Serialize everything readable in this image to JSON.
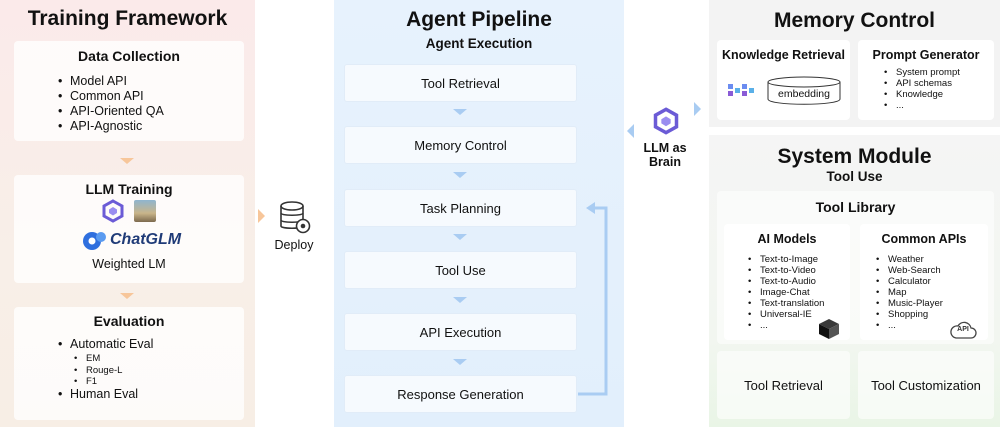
{
  "training": {
    "title": "Training Framework",
    "data_collection": {
      "title": "Data Collection",
      "items": [
        "Model API",
        "Common API",
        "API-Oriented QA",
        "API-Agnostic"
      ]
    },
    "llm_training": {
      "title": "LLM Training",
      "chatglm_label": "ChatGLM",
      "weighted": "Weighted LM"
    },
    "evaluation": {
      "title": "Evaluation",
      "automatic": "Automatic Eval",
      "metrics": [
        "EM",
        "Rouge-L",
        "F1"
      ],
      "human": "Human Eval"
    }
  },
  "deploy": {
    "label": "Deploy"
  },
  "pipeline": {
    "title": "Agent Pipeline",
    "subtitle": "Agent Execution",
    "steps": [
      "Tool Retrieval",
      "Memory Control",
      "Task Planning",
      "Tool Use",
      "API Execution",
      "Response Generation"
    ]
  },
  "brain": {
    "line1": "LLM as",
    "line2": "Brain"
  },
  "memory": {
    "title": "Memory Control",
    "knowledge": {
      "title": "Knowledge Retrieval",
      "db_label": "embedding"
    },
    "prompt": {
      "title": "Prompt Generator",
      "items": [
        "System prompt",
        "API schemas",
        "Knowledge",
        "..."
      ]
    }
  },
  "system": {
    "title": "System Module",
    "subtitle": "Tool Use",
    "library_title": "Tool Library",
    "ai_models": {
      "title": "AI Models",
      "items": [
        "Text-to-Image",
        "Text-to-Video",
        "Text-to-Audio",
        "Image-Chat",
        "Text-translation",
        "Universal-IE",
        "..."
      ]
    },
    "common_apis": {
      "title": "Common APIs",
      "items": [
        "Weather",
        "Web-Search",
        "Calculator",
        "Map",
        "Music-Player",
        "Shopping",
        "..."
      ],
      "api_badge": "API"
    },
    "tool_retrieval": "Tool Retrieval",
    "tool_customization": "Tool Customization"
  },
  "colors": {
    "train_bg": "#fbeaea",
    "pipeline_bg": "#e4f0fc",
    "arrow_orange": "#f7c69a",
    "arrow_blue": "#a9ccf2",
    "qwen_purple": "#6b5bd6",
    "chatglm_blue": "#2f6fde"
  }
}
